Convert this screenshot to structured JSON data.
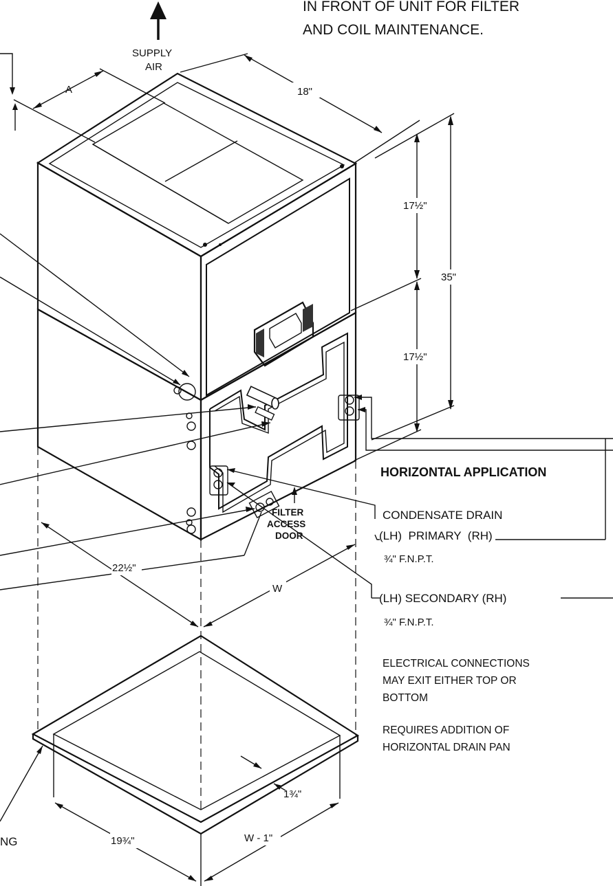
{
  "top_note": {
    "line1": "IN FRONT OF UNIT FOR FILTER",
    "line2": "AND COIL MAINTENANCE."
  },
  "supply_air": {
    "line1": "SUPPLY",
    "line2": "AIR"
  },
  "dimensions": {
    "a": "A",
    "depth_top": "18\"",
    "upper_height": "17½\"",
    "lower_height": "17½\"",
    "total_height": "35\"",
    "side_width": "22½\"",
    "front_width": "W",
    "base_side": "19¾\"",
    "base_front": "W - 1\"",
    "flange": "1¾\""
  },
  "filter_door": {
    "line1": "FILTER",
    "line2": "ACCESS",
    "line3": "DOOR"
  },
  "horizontal": {
    "title": "HORIZONTAL APPLICATION",
    "condensate": "CONDENSATE DRAIN",
    "primary": "(LH)  PRIMARY  (RH)",
    "primary_size": "¾\" F.N.P.T.",
    "secondary": "(LH) SECONDARY (RH)",
    "secondary_size": "¾\" F.N.P.T."
  },
  "notes": {
    "electrical1": "ELECTRICAL CONNECTIONS",
    "electrical2": "MAY EXIT EITHER TOP OR",
    "electrical3": "BOTTOM",
    "drainpan1": "REQUIRES ADDITION OF",
    "drainpan2": "HORIZONTAL DRAIN PAN"
  },
  "bottom_left_partial": "NG"
}
